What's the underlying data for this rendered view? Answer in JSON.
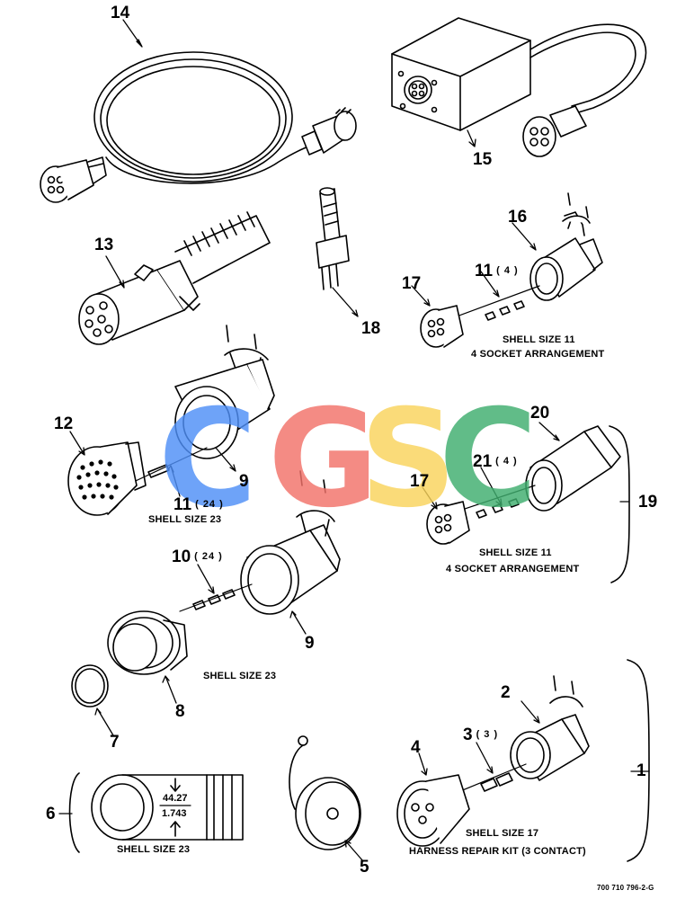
{
  "callouts": {
    "n1": "1",
    "n2": "2",
    "n3": "3",
    "n3_qty": "( 3 )",
    "n4": "4",
    "n5": "5",
    "n6": "6",
    "n7": "7",
    "n8": "8",
    "n9a": "9",
    "n9b": "9",
    "n10": "10",
    "n10_qty": "( 24 )",
    "n11a": "11",
    "n11a_qty": "( 4 )",
    "n11b": "11",
    "n11b_qty": "( 24 )",
    "n12": "12",
    "n13": "13",
    "n14": "14",
    "n15": "15",
    "n16": "16",
    "n17a": "17",
    "n17b": "17",
    "n18": "18",
    "n19": "19",
    "n20": "20",
    "n21": "21",
    "n21_qty": "( 4 )"
  },
  "captions": {
    "shell11_a": "SHELL SIZE 11",
    "arr4_a": "4 SOCKET ARRANGEMENT",
    "shell23_a": "SHELL SIZE 23",
    "shell11_b": "SHELL SIZE 11",
    "arr4_b": "4 SOCKET ARRANGEMENT",
    "shell23_b": "SHELL SIZE 23",
    "shell23_c": "SHELL SIZE 23",
    "shell17": "SHELL SIZE 17",
    "harness_kit": "HARNESS REPAIR KIT (3 CONTACT)"
  },
  "dimension": {
    "mm": "44.27",
    "inch": "1.743"
  },
  "figure_id": "700 710 796-2-G",
  "watermark": {
    "letters": [
      "C",
      "G",
      "S",
      "C"
    ],
    "colors": [
      "#4f8ff7",
      "#f2726a",
      "#f9d45c",
      "#3fae6e"
    ]
  }
}
